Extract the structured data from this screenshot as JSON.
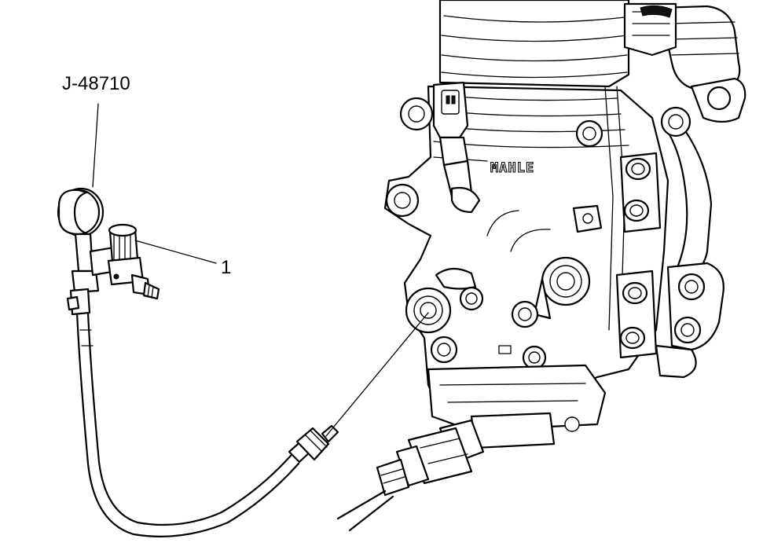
{
  "labels": {
    "tool": "J-48710",
    "callout_1": "1",
    "housing_stamp": "MAHLE"
  }
}
